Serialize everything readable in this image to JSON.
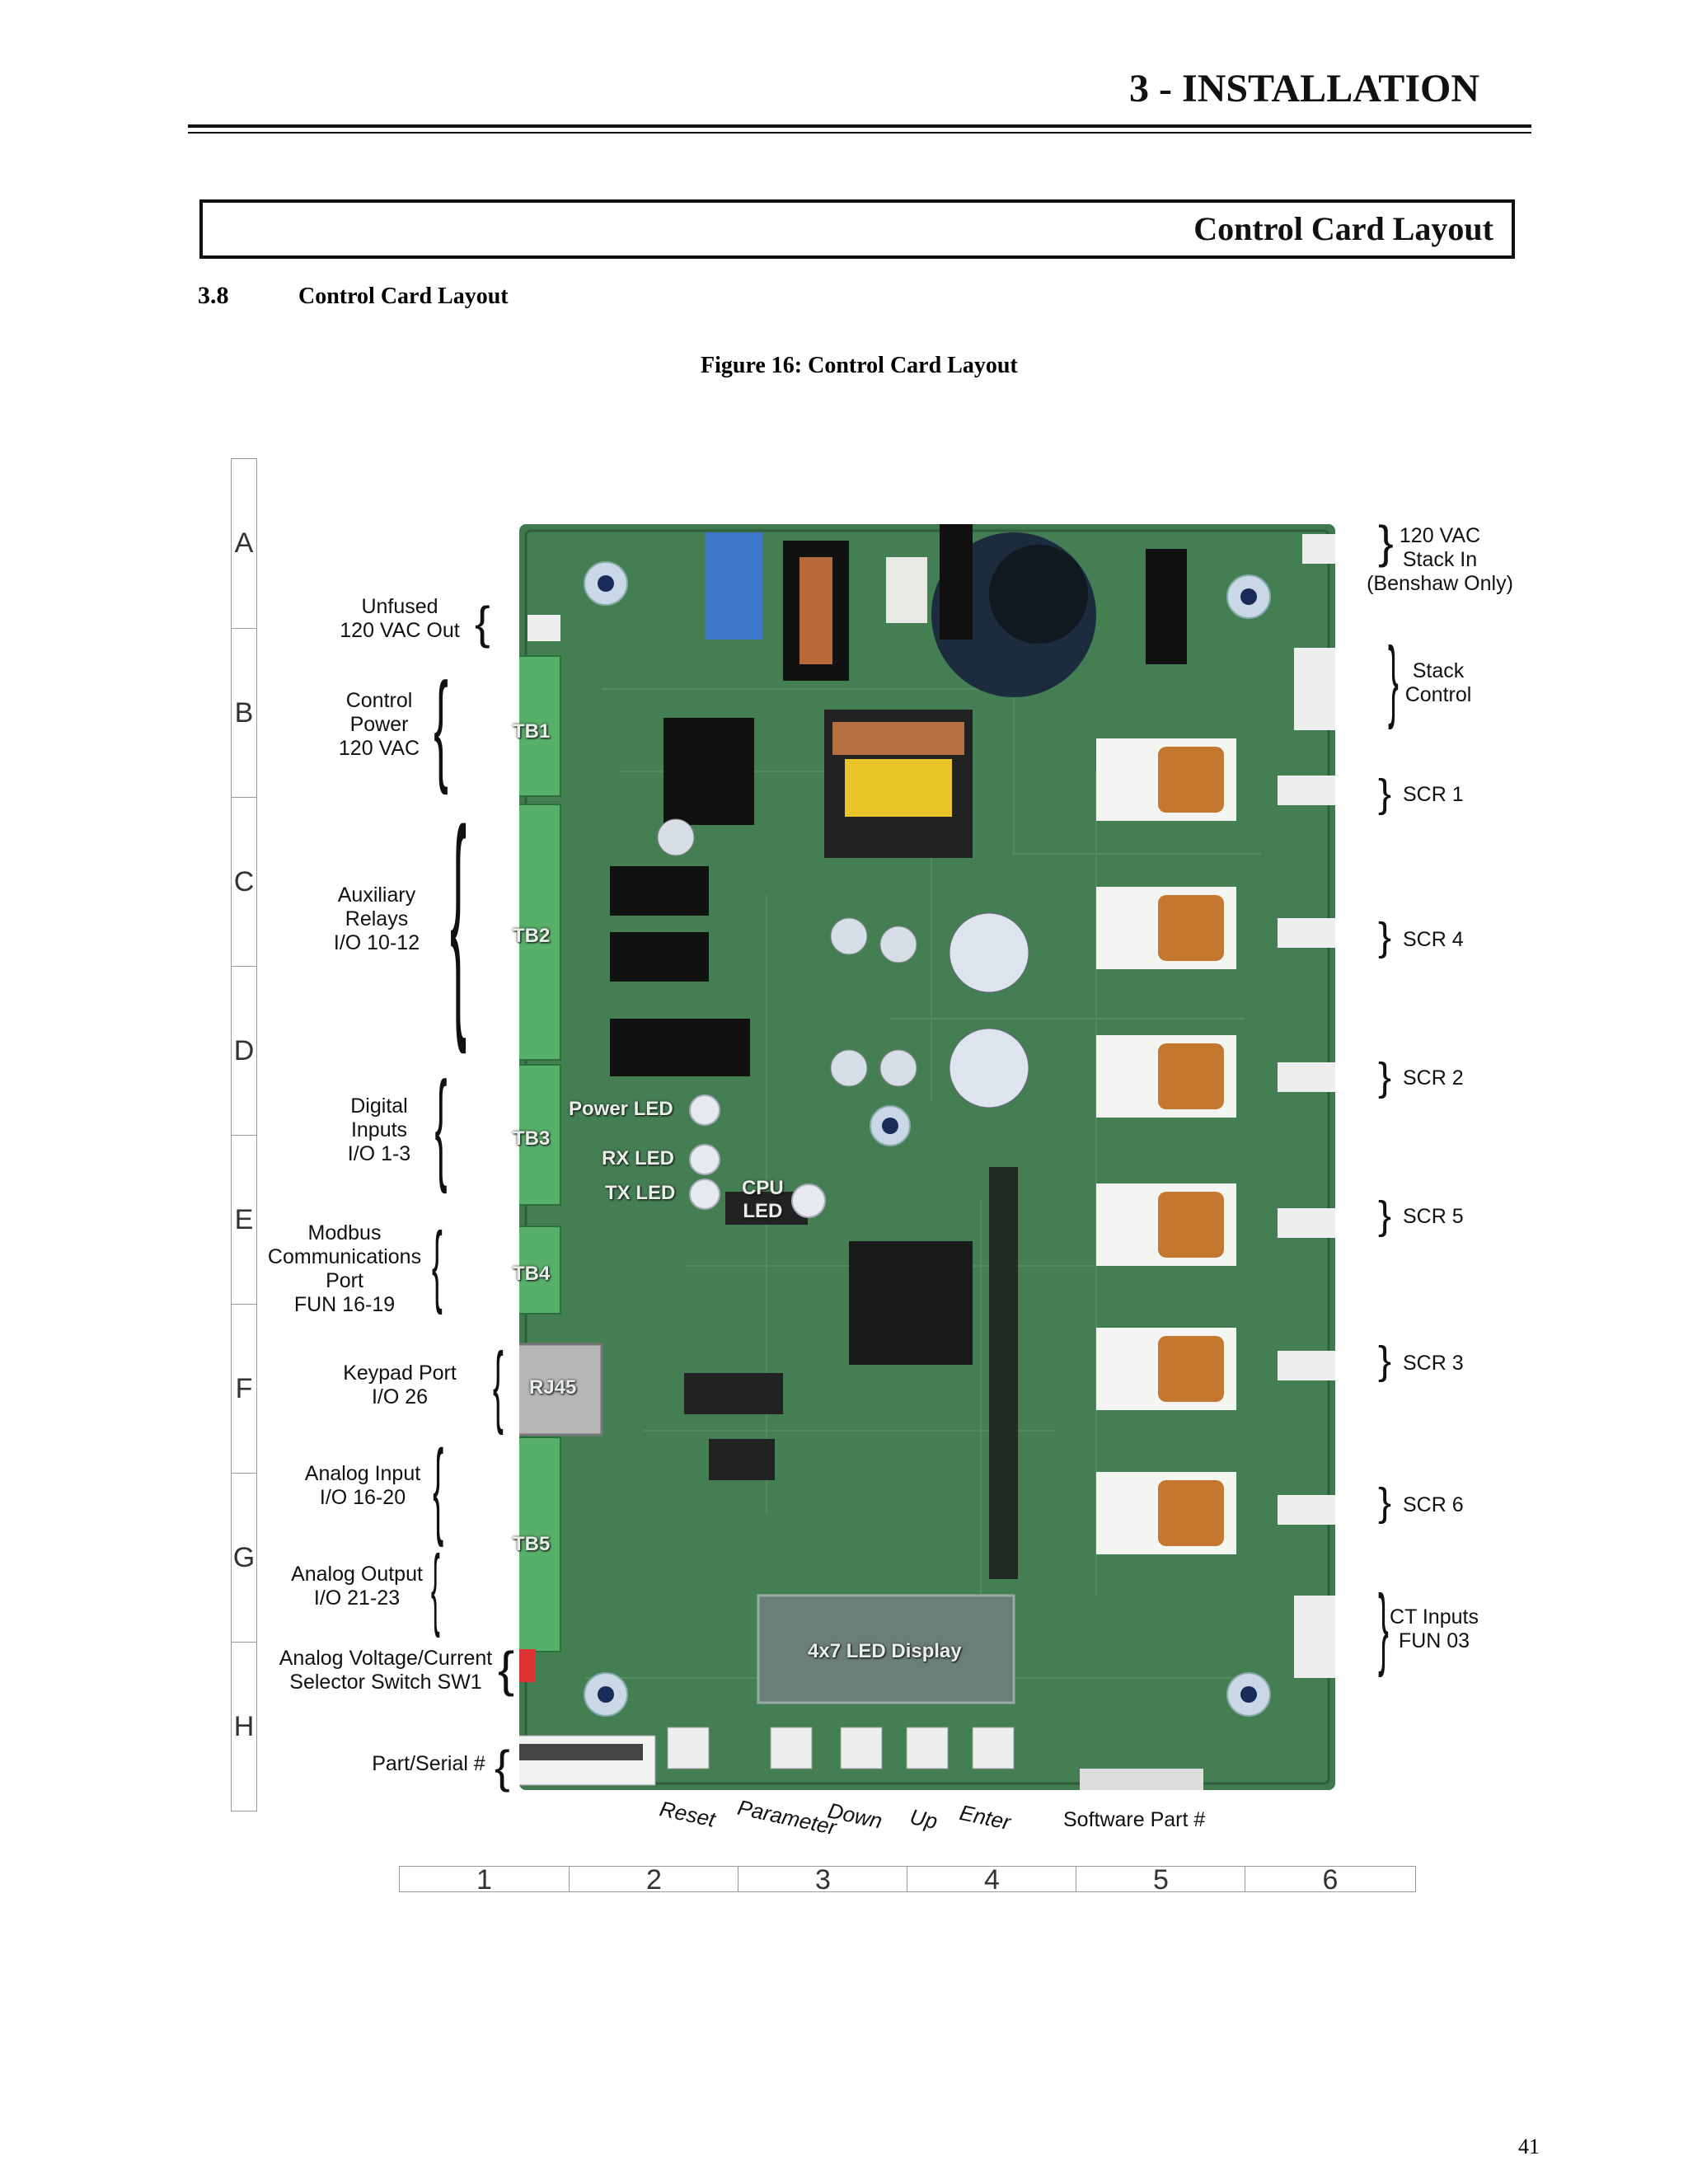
{
  "header": {
    "chapter_title": "3 - INSTALLATION"
  },
  "section_box": {
    "title": "Control Card Layout"
  },
  "section": {
    "number": "3.8",
    "heading": "Control Card Layout"
  },
  "figure": {
    "caption": "Figure 16: Control Card Layout"
  },
  "rows": [
    "A",
    "B",
    "C",
    "D",
    "E",
    "F",
    "G",
    "H"
  ],
  "columns": [
    "1",
    "2",
    "3",
    "4",
    "5",
    "6"
  ],
  "left_labels": {
    "unfused_out": [
      "Unfused",
      "120 VAC Out"
    ],
    "control_power": [
      "Control",
      "Power",
      "120 VAC"
    ],
    "aux_relays": [
      "Auxiliary",
      "Relays",
      "I/O 10-12"
    ],
    "digital_inputs": [
      "Digital",
      "Inputs",
      "I/O 1-3"
    ],
    "modbus": [
      "Modbus",
      "Communications",
      "Port",
      "FUN 16-19"
    ],
    "keypad_port": [
      "Keypad Port",
      "I/O 26"
    ],
    "analog_input": [
      "Analog Input",
      "I/O 16-20"
    ],
    "analog_output": [
      "Analog Output",
      "I/O 21-23"
    ],
    "selector_switch": [
      "Analog Voltage/Current",
      "Selector Switch SW1"
    ],
    "part_serial": "Part/Serial #"
  },
  "right_labels": {
    "stack_in": [
      "120 VAC",
      "Stack In",
      "(Benshaw Only)"
    ],
    "stack_control": [
      "Stack",
      "Control"
    ],
    "scr1": "SCR 1",
    "scr4": "SCR 4",
    "scr2": "SCR 2",
    "scr5": "SCR 5",
    "scr3": "SCR 3",
    "scr6": "SCR 6",
    "ct_inputs": [
      "CT Inputs",
      "FUN 03"
    ]
  },
  "board_labels": {
    "tb1": "TB1",
    "tb2": "TB2",
    "tb3": "TB3",
    "tb4": "TB4",
    "rj45": "RJ45",
    "tb5": "TB5",
    "power_led": "Power LED",
    "rx_led": "RX LED",
    "tx_led": "TX LED",
    "cpu_led": [
      "CPU",
      "LED"
    ],
    "led_display": "4x7 LED Display"
  },
  "bottom_labels": {
    "reset": "Reset",
    "parameter": "Parameter",
    "down": "Down",
    "up": "Up",
    "enter": "Enter",
    "software_part": "Software Part #"
  },
  "page_number": "41",
  "colors": {
    "board_green": "#3f7a4f",
    "terminal_green": "#57b06a",
    "text": "#111111"
  }
}
